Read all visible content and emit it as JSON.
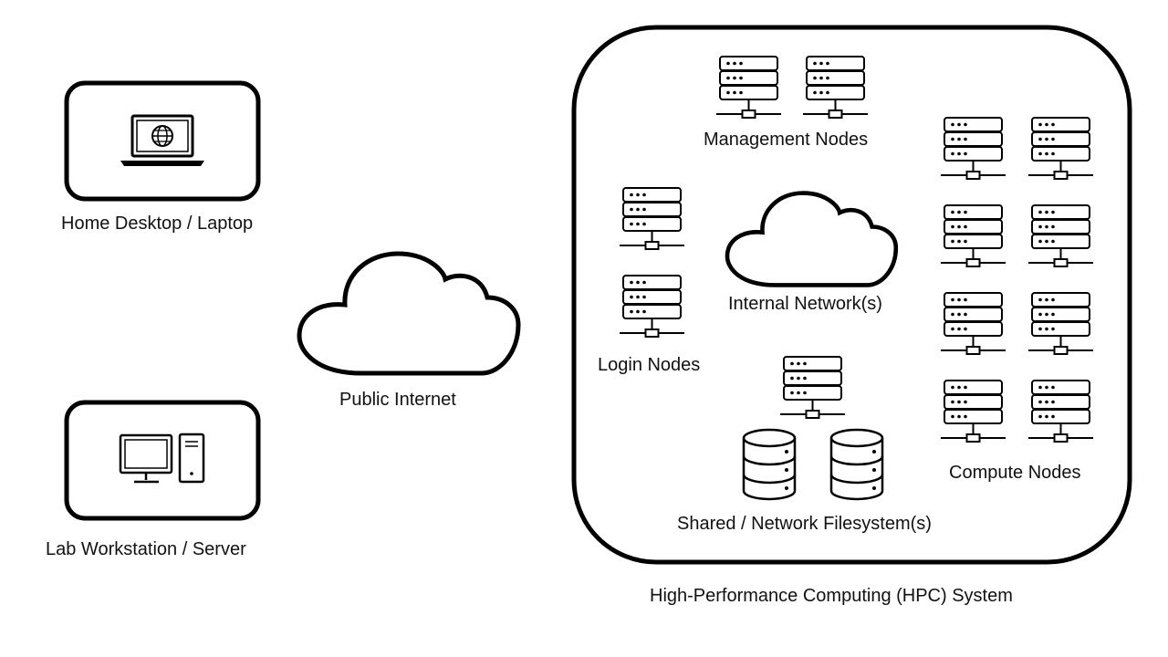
{
  "labels": {
    "home": "Home Desktop / Laptop",
    "lab": "Lab Workstation / Server",
    "internet": "Public Internet",
    "management": "Management Nodes",
    "login": "Login Nodes",
    "internal": "Internal Network(s)",
    "compute": "Compute Nodes",
    "filesystem": "Shared / Network Filesystem(s)",
    "hpc": "High-Performance Computing (HPC) System"
  },
  "icons": {
    "home": "laptop-globe-icon",
    "lab": "desktop-tower-icon",
    "internet": "cloud-icon",
    "internal": "cloud-icon",
    "server": "server-rack-icon",
    "storage": "database-icon"
  },
  "colors": {
    "stroke": "#000000",
    "background": "#ffffff",
    "text": "#111111"
  }
}
